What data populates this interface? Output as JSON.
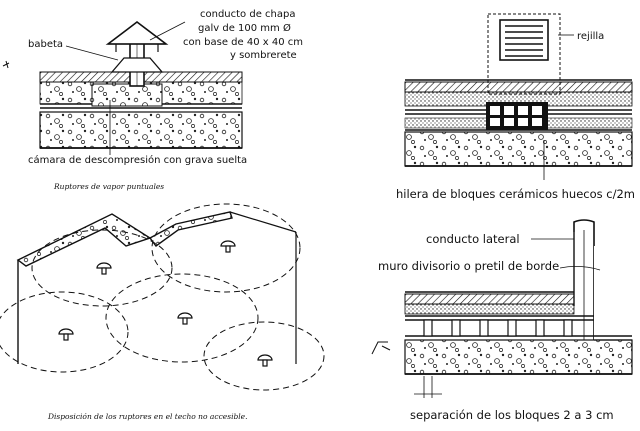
{
  "labels": {
    "vent_conduit": [
      "conducto de chapa",
      "galv de 100 mm  Ø",
      "con base de 40 x 40 cm",
      "y sombrerete"
    ],
    "flashing": "babeta",
    "grille": "rejilla",
    "decompression_chamber": "cámara de descompresión con grava suelta",
    "block_row": "hilera de bloques cerámicos huecos c/2m",
    "side_conduit": "conducto lateral",
    "parapet": "muro divisorio o pretil de borde",
    "block_spacing": "separación de los bloques 2 a 3 cm"
  },
  "captions": {
    "point_breakers": "Ruptores de vapor puntuales",
    "layout": "Disposición de los ruptores en el techo no accesible."
  }
}
